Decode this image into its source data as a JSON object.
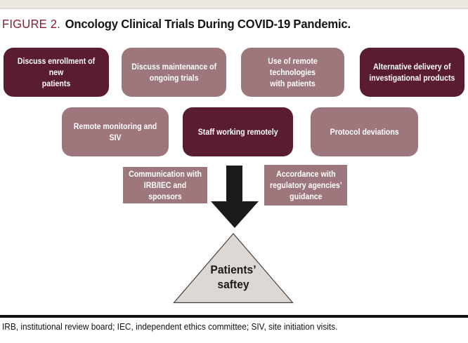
{
  "header": {
    "figure_label": "FIGURE 2.",
    "title": "Oncology Clinical Trials During COVID-19 Pandemic."
  },
  "diagram": {
    "row1": [
      {
        "label": "Discuss enrollment of new\npatients",
        "variant": "dark"
      },
      {
        "label": "Discuss maintenance of\nongoing trials",
        "variant": "light"
      },
      {
        "label": "Use of remote technologies\nwith patients",
        "variant": "light"
      },
      {
        "label": "Alternative delivery of\ninvestigational products",
        "variant": "dark"
      }
    ],
    "row2": [
      {
        "label": "Remote monitoring and SIV",
        "variant": "light"
      },
      {
        "label": "Staff working remotely",
        "variant": "dark"
      },
      {
        "label": "Protocol deviations",
        "variant": "light"
      }
    ],
    "row3": [
      {
        "label": "Communication with\nIRB/IEC and sponsors",
        "variant": "light"
      },
      {
        "label": "Accordance with\nregulatory agencies’\nguidance",
        "variant": "light"
      }
    ],
    "triangle_label": "Patients’\nsaftey"
  },
  "footnote": "IRB, institutional review board; IEC, independent ethics committee; SIV, site initiation visits.",
  "colors": {
    "dark_box": "#5a1c31",
    "light_box": "#9d777b",
    "figure_label_accent": "#8a2132",
    "triangle_fill": "#ded8d5",
    "triangle_stroke": "#45403a",
    "arrow": "#1a1a1a",
    "top_bar": "#e9e7df"
  }
}
